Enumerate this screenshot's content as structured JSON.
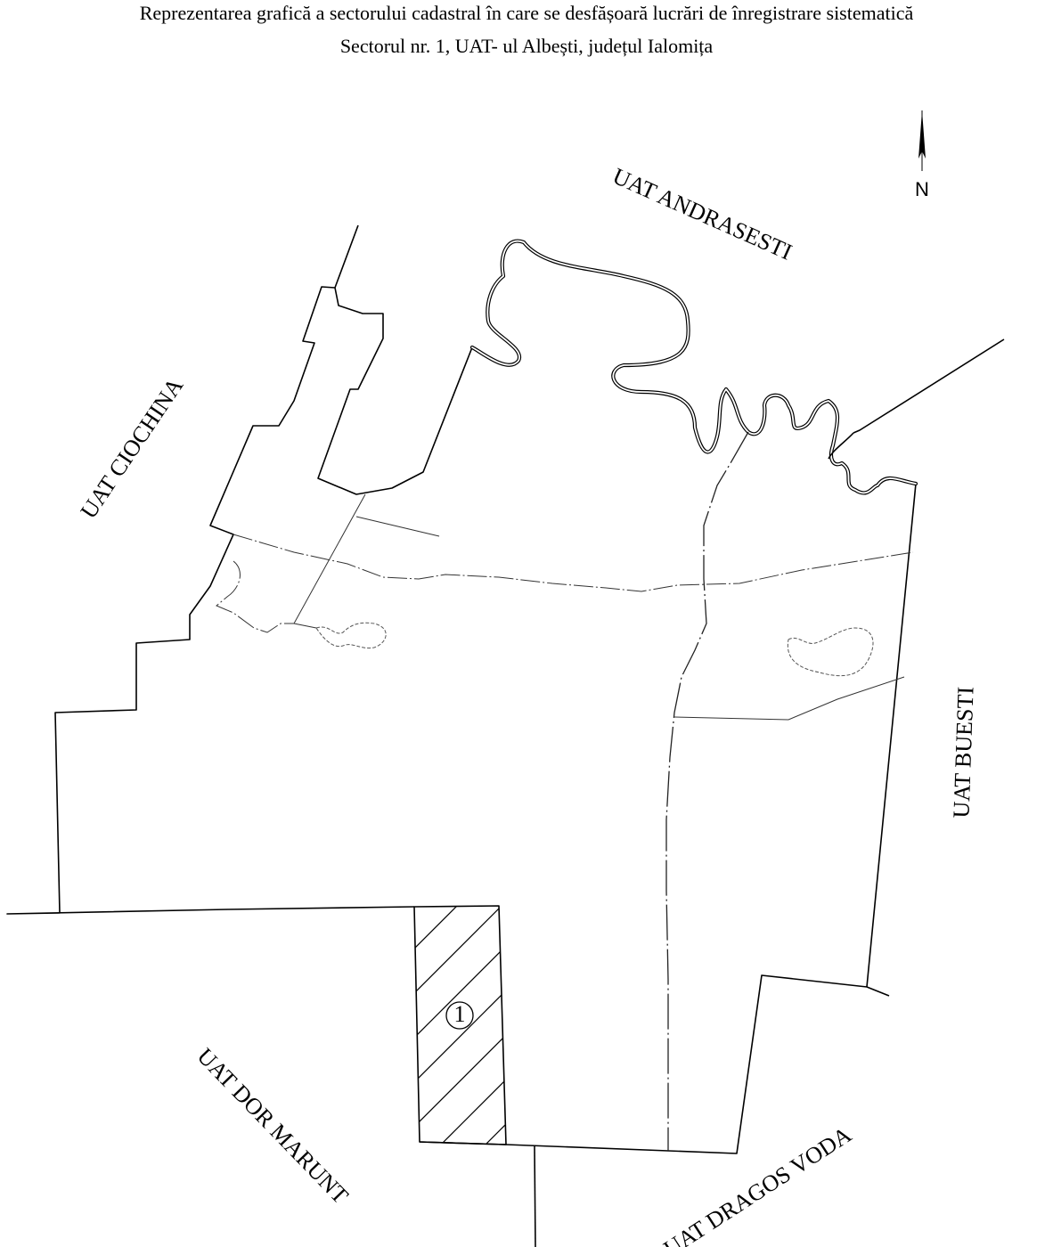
{
  "title": {
    "line1": "Reprezentarea grafică a sectorului cadastral în care se desfășoară lucrări de înregistrare sistematică",
    "line2": "Sectorul nr. 1, UAT- ul Albești, județul Ialomița"
  },
  "north_arrow": {
    "label": "N",
    "icon": "north-arrow-icon"
  },
  "neighbors": {
    "north": "UAT ANDRASESTI",
    "west": "UAT CIOCHINA",
    "east": "UAT BUESTI",
    "southwest": "UAT DOR MARUNT",
    "southeast": "UAT DRAGOS VODA"
  },
  "sector": {
    "number": "1",
    "fill_pattern": "diagonal-hatch"
  },
  "colors": {
    "line": "#000000",
    "background": "#ffffff"
  }
}
